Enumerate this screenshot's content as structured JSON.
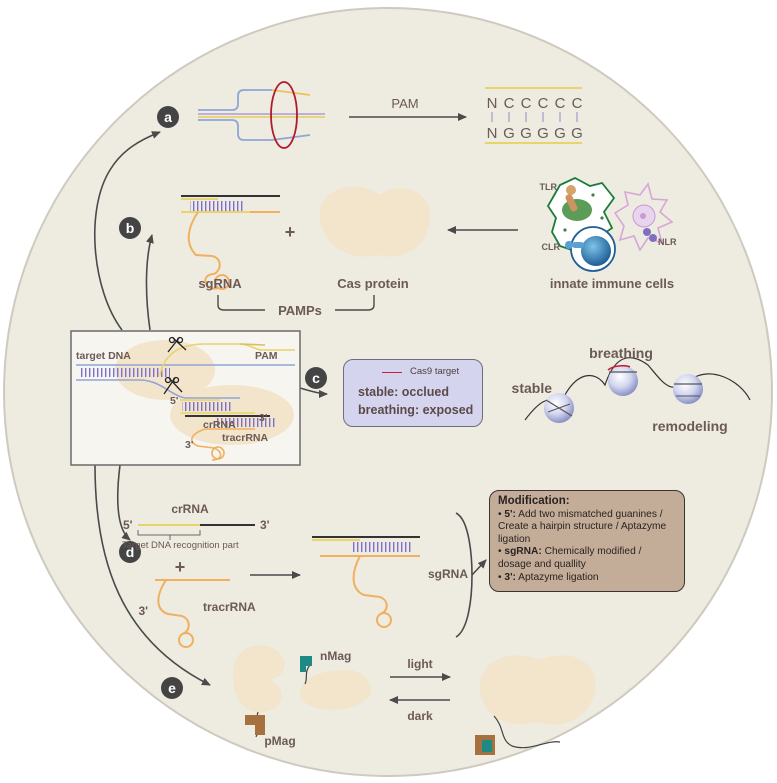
{
  "panels": {
    "a": "a",
    "b": "b",
    "c": "c",
    "d": "d",
    "e": "e"
  },
  "a": {
    "pam_label": "PAM",
    "seq_top": [
      "N",
      "C",
      "C",
      "C",
      "C",
      "C"
    ],
    "seq_bottom": [
      "N",
      "G",
      "G",
      "G",
      "G",
      "G"
    ]
  },
  "b": {
    "sgrna_label": "sgRNA",
    "cas_protein_label": "Cas protein",
    "pamps_label": "PAMPs",
    "plus": "+",
    "tlr_label": "TLR",
    "clr_label": "CLR",
    "nlr_label": "NLR",
    "immune_label": "innate immune cells"
  },
  "center": {
    "target_dna": "target DNA",
    "pam": "PAM",
    "five_prime": "5'",
    "crrna": "crRNA",
    "three_prime_1": "3'",
    "three_prime_2": "3'",
    "tracrrna": "tracrRNA"
  },
  "c": {
    "legend": "Cas9 target",
    "line1": "stable: occlued",
    "line2": "breathing: exposed",
    "stable": "stable",
    "breathing": "breathing",
    "remodeling": "remodeling"
  },
  "d": {
    "crrna": "crRNA",
    "five_prime": "5'",
    "three_prime": "3'",
    "recognition": "Target DNA recognition part",
    "plus": "+",
    "three_prime_tracr": "3'",
    "tracrrna": "tracrRNA",
    "sgrna": "sgRNA",
    "mod_title": "Modification:",
    "mod_1_key": "5':",
    "mod_1_text": " Add two mismatched guanines / Create a hairpin structure / Aptazyme ligation",
    "mod_2_key": "sgRNA:",
    "mod_2_text": " Chemically modified / dosage and quallity",
    "mod_3_key": "3':",
    "mod_3_text": " Aptazyme ligation",
    "bullet": "•"
  },
  "e": {
    "nmag": "nMag",
    "pmag": "pMag",
    "light": "light",
    "dark": "dark"
  },
  "colors": {
    "circle_fill": "#eeebe1",
    "protein_fill": "#f3e4cc",
    "blue_line": "#5b6fd1",
    "yellow_line": "#e7d46a",
    "orange_rna": "#f0b060",
    "pink_line": "#e0a0b8",
    "pmag": "#a6713f",
    "nmag": "#1d8a86"
  }
}
